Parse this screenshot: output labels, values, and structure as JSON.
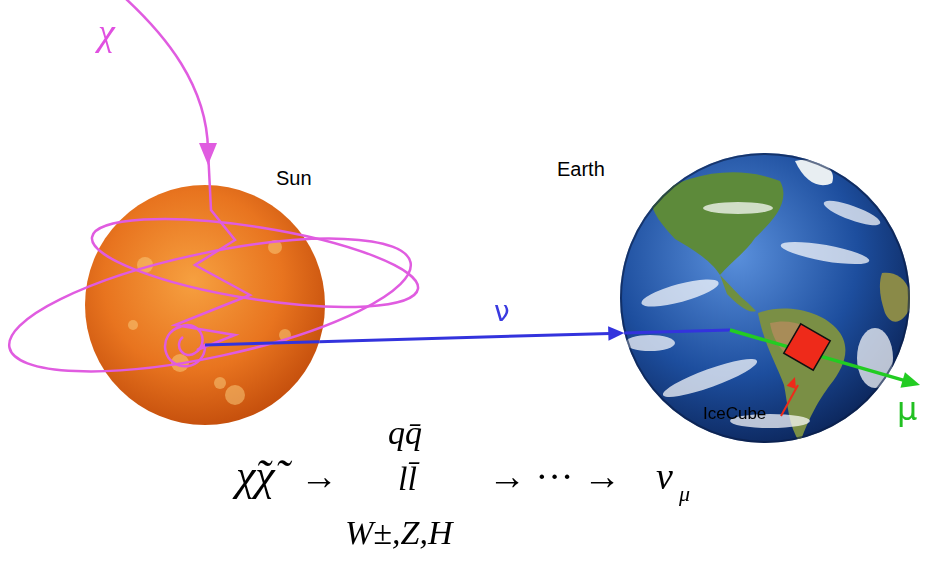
{
  "diagram": {
    "nodes": [
      {
        "text": [
          "Sun"
        ]
      },
      {
        "text": [
          "Earth"
        ]
      }
    ],
    "edges": [
      {
        "from": 0,
        "to": 1,
        "arrow": "to",
        "label": "ν"
      }
    ],
    "labels": [
      "χ",
      "IceCube",
      "μ",
      "χ̃χ̃",
      "→",
      "qq̄",
      "ll̄",
      "W±,Z,H",
      "→ ··· →",
      "ν",
      "μ"
    ]
  }
}
